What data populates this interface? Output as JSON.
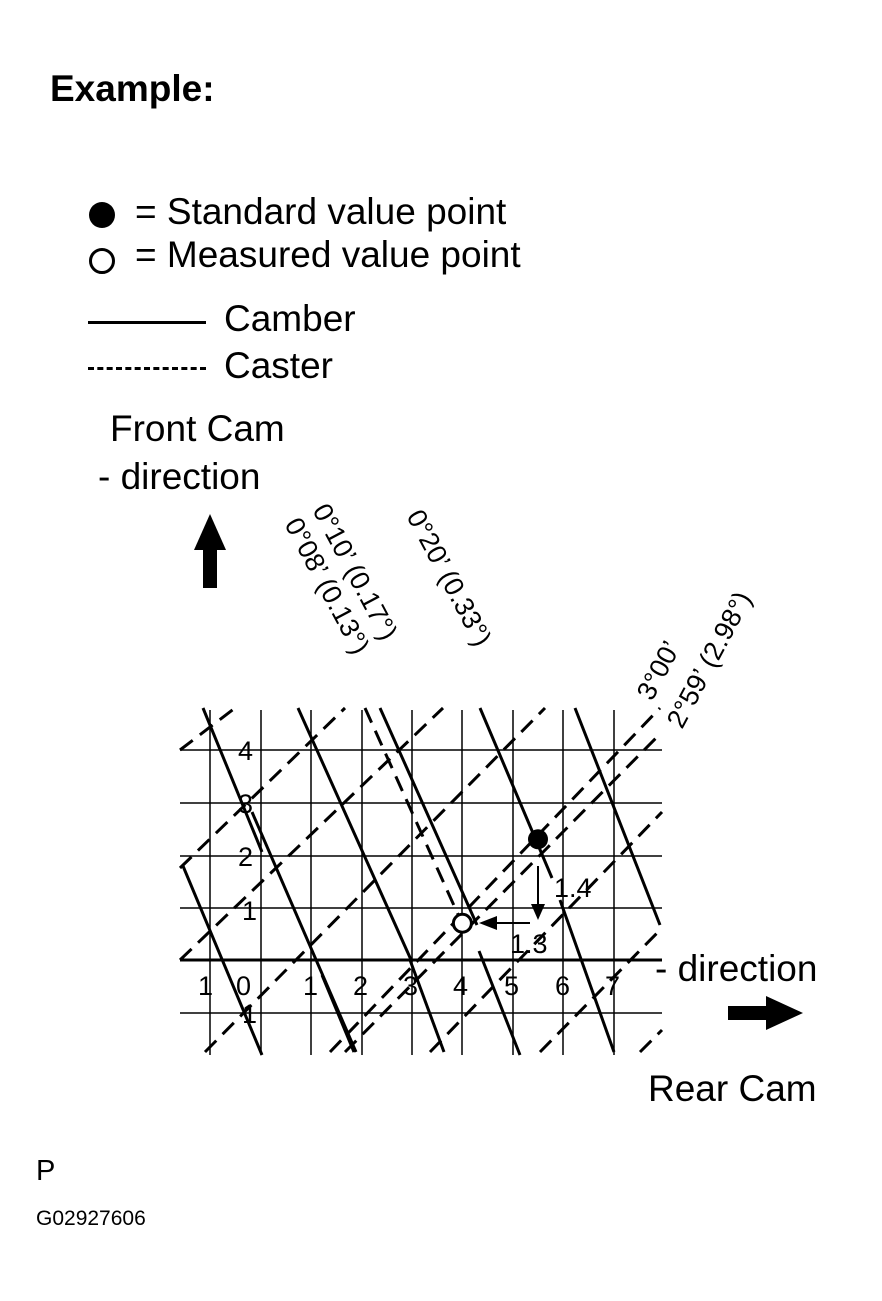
{
  "title": "Example:",
  "legend": {
    "standard": "= Standard value point",
    "measured": "= Measured value point",
    "camber": "Camber",
    "caster": "Caster"
  },
  "front_cam": {
    "line1": "Front Cam",
    "line2": "-  direction"
  },
  "rear_cam": {
    "direction": "-  direction",
    "label": "Rear Cam"
  },
  "line_labels": {
    "l010": "0°10’ (0.17°)",
    "l008": "0°08’ (0.13°)",
    "l020": "0°20’ (0.33°)",
    "l300": "3°00’",
    "l259": "2°59’ (2.98°)"
  },
  "x_ticks": [
    "1",
    "0",
    "1",
    "2",
    "3",
    "4",
    "5",
    "6",
    "7"
  ],
  "y_ticks": [
    "4",
    "3",
    "2",
    "1",
    "1"
  ],
  "deltas": {
    "vertical": "1.4",
    "horizontal": "1.3"
  },
  "footer": {
    "p": "P",
    "code": "G02927606"
  },
  "points": {
    "standard": {
      "x": 5.5,
      "y": 2.3
    },
    "measured": {
      "x": 4.0,
      "y": 0.7
    }
  }
}
